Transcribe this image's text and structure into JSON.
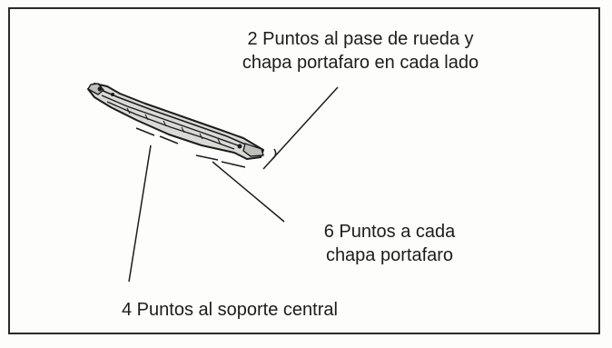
{
  "callouts": {
    "wheel_arch": {
      "line1": "2 Puntos al pase de rueda y",
      "line2": "chapa portafaro en cada lado"
    },
    "headlamp_panel": {
      "line1": "6 Puntos a cada",
      "line2": "chapa portafaro"
    },
    "central_support": {
      "line1": "4 Puntos al soporte central"
    }
  },
  "colors": {
    "ink": "#1c1c1c",
    "frame": "#2a2a2a",
    "part_fill": "#d9d9d6"
  }
}
